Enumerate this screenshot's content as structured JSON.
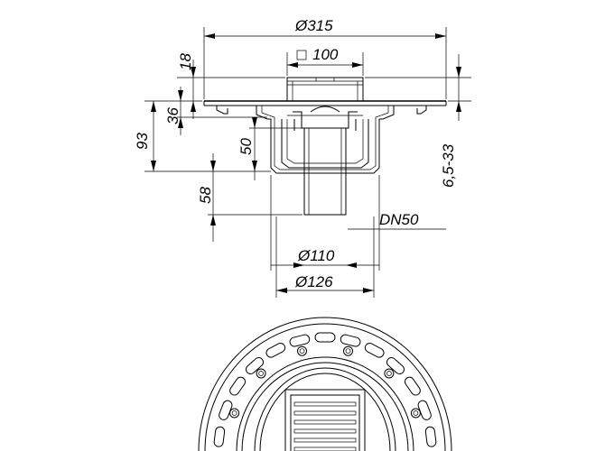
{
  "dimensions": {
    "flange_diameter": "Ø315",
    "grate_size": "100",
    "body_diameter": "Ø110",
    "outer_diameter": "Ø126",
    "pipe": "DN50",
    "height_18": "18",
    "height_36": "36",
    "height_93": "93",
    "height_50": "50",
    "height_58": "58",
    "adjust_range": "6,5-33"
  }
}
